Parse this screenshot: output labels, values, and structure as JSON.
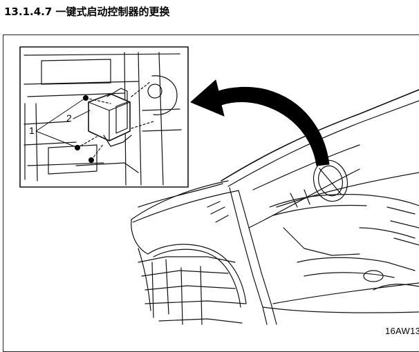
{
  "section": {
    "number": "13.1.4.7",
    "title": "一键式启动控制器的更换"
  },
  "figure": {
    "callouts": [
      "1",
      "2"
    ],
    "code": "16AW13"
  }
}
